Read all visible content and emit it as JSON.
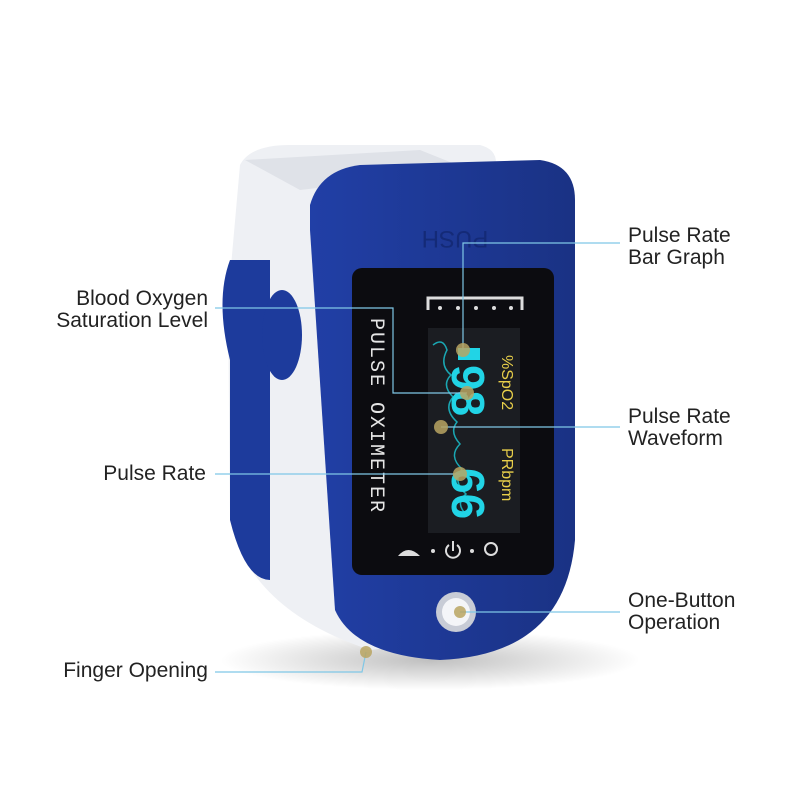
{
  "callouts": {
    "bar_graph": [
      "Pulse Rate",
      "Bar Graph"
    ],
    "spo2": [
      "Blood Oxygen",
      "Saturation Level"
    ],
    "waveform": [
      "Pulse Rate",
      "Waveform"
    ],
    "pulse_rate": "Pulse Rate",
    "button": [
      "One-Button",
      "Operation"
    ],
    "finger": "Finger Opening"
  },
  "device": {
    "push_label": "PUSH",
    "side_label": "PULSE OXIMETER",
    "spo2_value": "98",
    "spo2_unit": "%SpO2",
    "pr_value": "66",
    "pr_unit": "PRbpm"
  },
  "colors": {
    "body_blue": "#1d3b9c",
    "shell_white": "#eef0f4",
    "digits_cyan": "#21d4e6",
    "units_yellow": "#e8cf4a",
    "callout_line": "#7fc7e6",
    "dot": "#b9a462"
  }
}
